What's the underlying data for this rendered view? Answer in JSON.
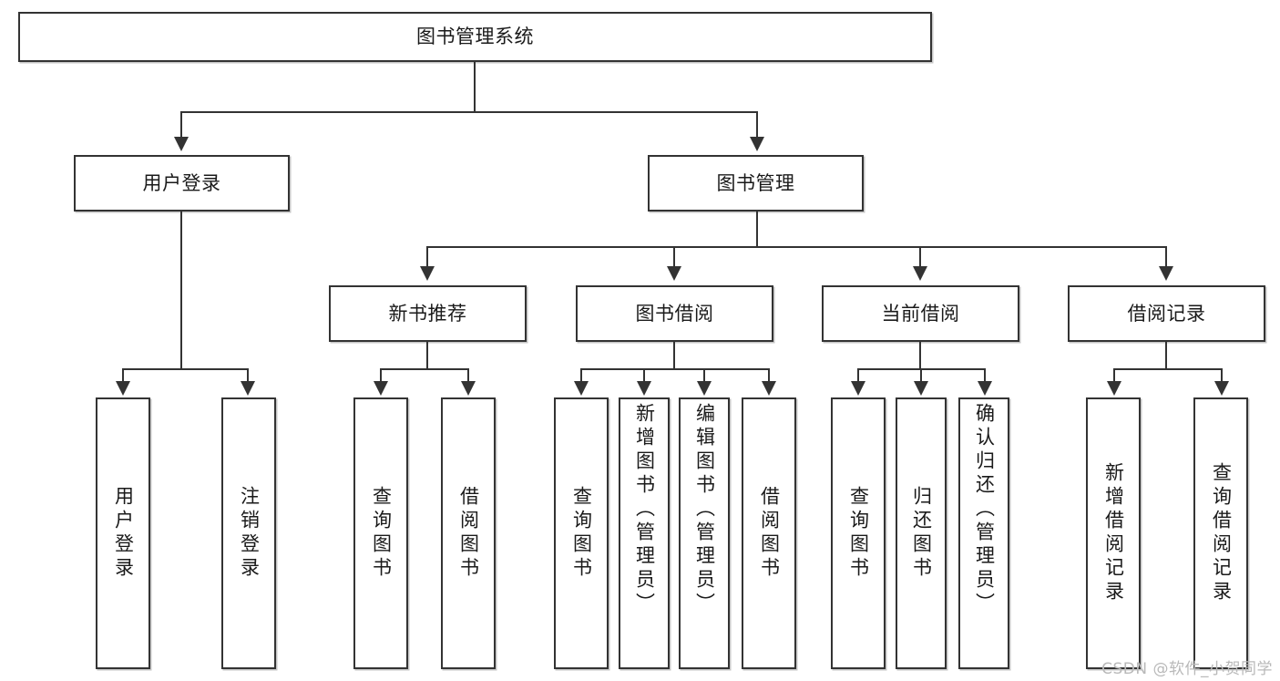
{
  "diagram": {
    "type": "tree-hierarchy",
    "title": "图书管理系统",
    "orientation": "top-down",
    "root": {
      "id": "root",
      "label": "图书管理系统"
    },
    "level2": [
      {
        "id": "user-login",
        "label": "用户登录"
      },
      {
        "id": "book-manage",
        "label": "图书管理"
      }
    ],
    "level3": [
      {
        "id": "new-book-recommend",
        "label": "新书推荐",
        "parent": "book-manage"
      },
      {
        "id": "book-borrow",
        "label": "图书借阅",
        "parent": "book-manage"
      },
      {
        "id": "current-borrow",
        "label": "当前借阅",
        "parent": "book-manage"
      },
      {
        "id": "borrow-record",
        "label": "借阅记录",
        "parent": "book-manage"
      }
    ],
    "leaves": {
      "user-login": [
        {
          "id": "leaf-user-login",
          "label": "用户登录"
        },
        {
          "id": "leaf-user-logout",
          "label": "注销登录"
        }
      ],
      "new-book-recommend": [
        {
          "id": "leaf-query-book-1",
          "label": "查询图书"
        },
        {
          "id": "leaf-borrow-book-1",
          "label": "借阅图书"
        }
      ],
      "book-borrow": [
        {
          "id": "leaf-query-book-2",
          "label": "查询图书"
        },
        {
          "id": "leaf-add-book",
          "label": "新增图书（管理员）"
        },
        {
          "id": "leaf-edit-book",
          "label": "编辑图书（管理员）"
        },
        {
          "id": "leaf-borrow-book-2",
          "label": "借阅图书"
        }
      ],
      "current-borrow": [
        {
          "id": "leaf-query-book-3",
          "label": "查询图书"
        },
        {
          "id": "leaf-return-book",
          "label": "归还图书"
        },
        {
          "id": "leaf-confirm-return",
          "label": "确认归还（管理员）"
        }
      ],
      "borrow-record": [
        {
          "id": "leaf-add-record",
          "label": "新增借阅记录"
        },
        {
          "id": "leaf-query-record",
          "label": "查询借阅记录"
        }
      ]
    }
  },
  "watermark": {
    "text": "CSDN @软件_小贺同学"
  },
  "colors": {
    "stroke": "#333333",
    "fill": "#ffffff",
    "text": "#1a1a1a",
    "watermark": "#b9b9b9"
  }
}
